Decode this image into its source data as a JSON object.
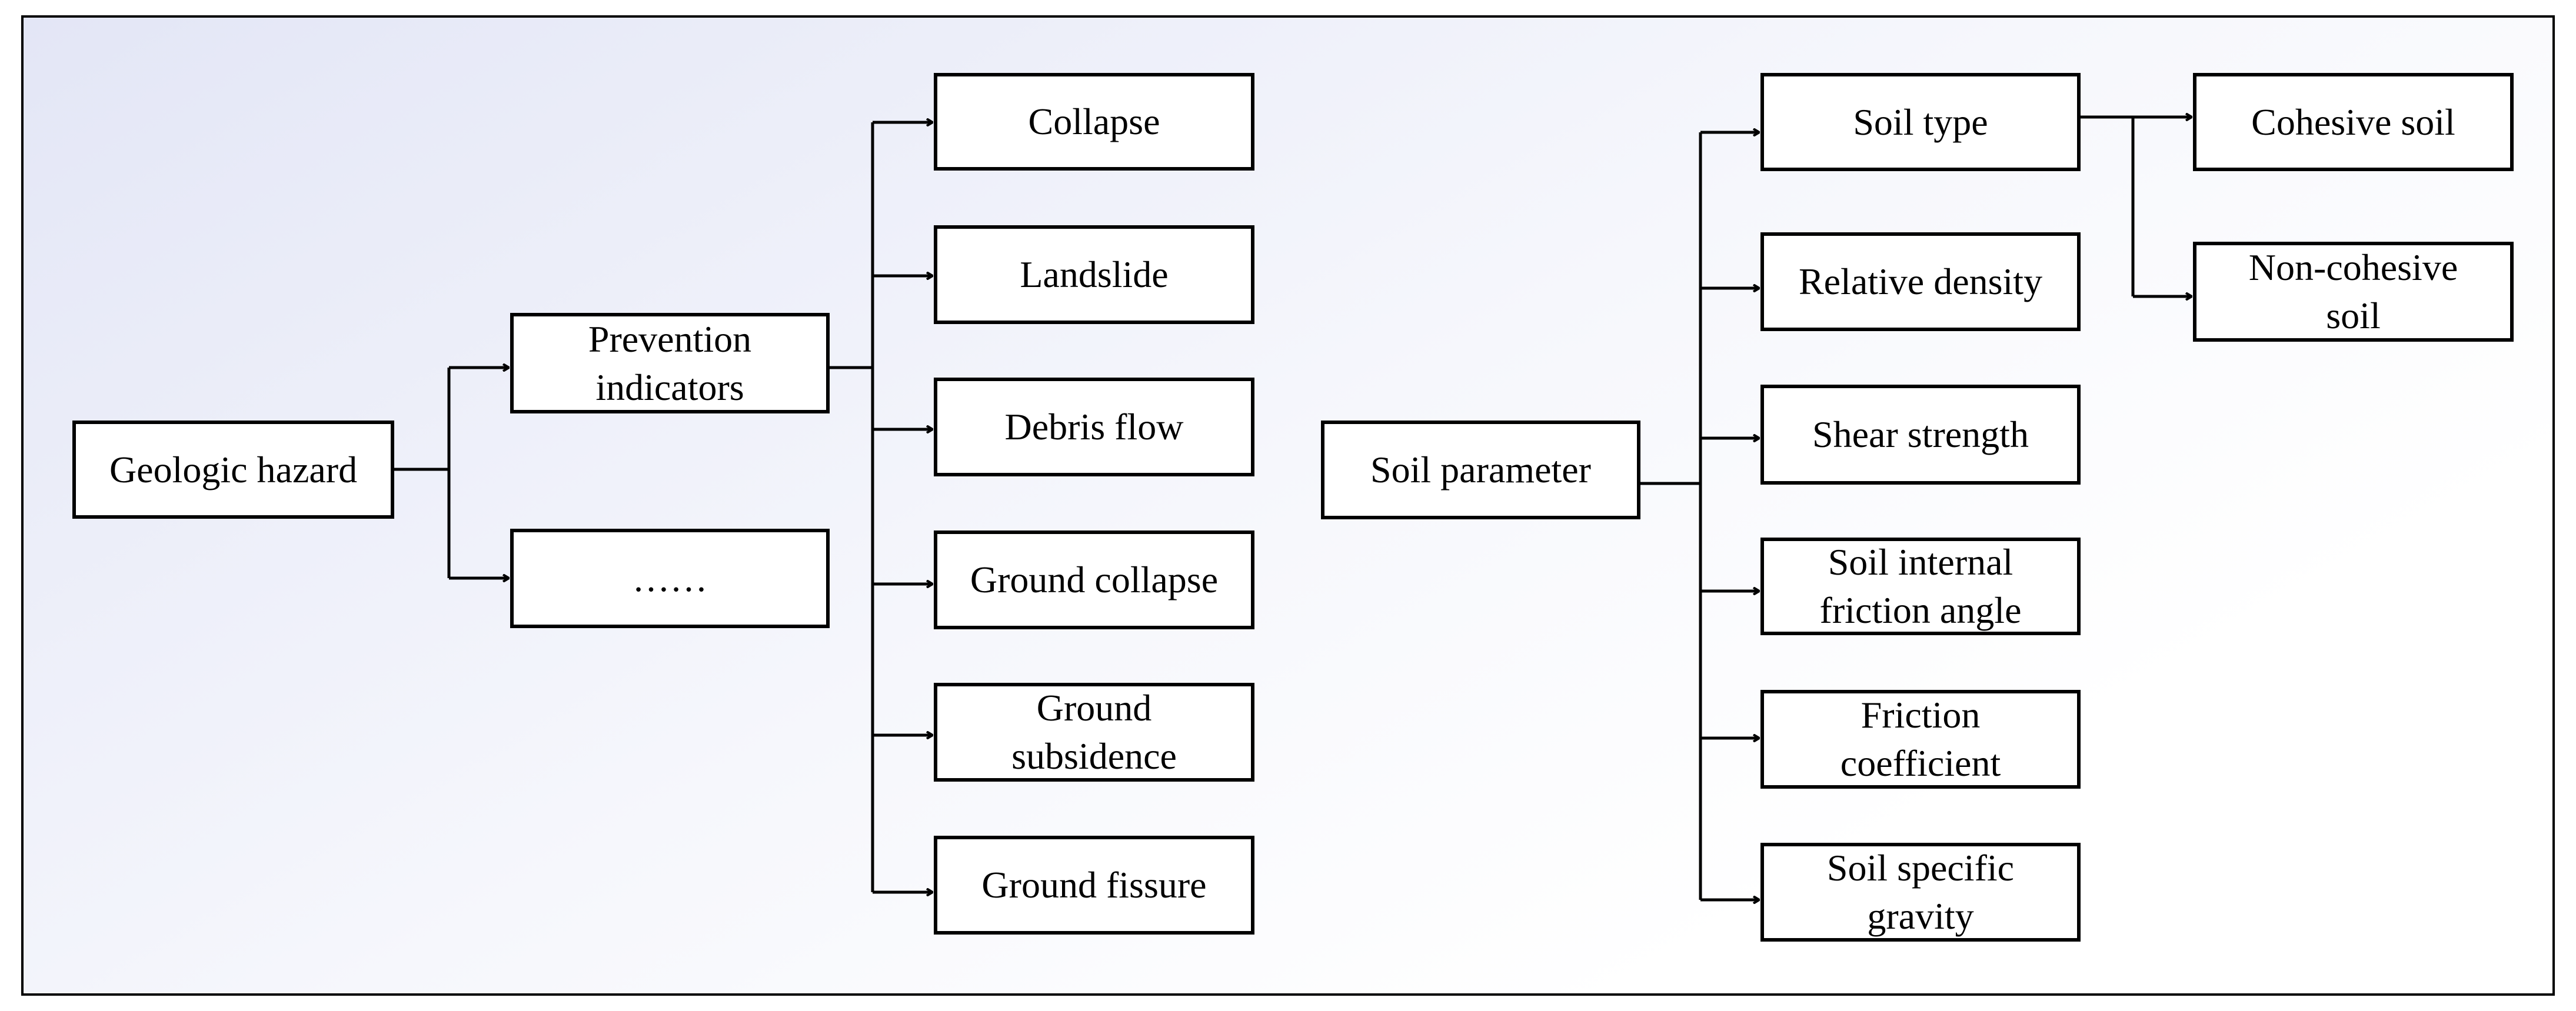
{
  "geologic": {
    "root": "Geologic hazard",
    "prevention": [
      "Prevention",
      "indicators"
    ],
    "ellipsis": "……",
    "hazards": {
      "collapse": "Collapse",
      "landslide": "Landslide",
      "debris_flow": "Debris flow",
      "ground_collapse": "Ground collapse",
      "ground_subsidence": [
        "Ground",
        "subsidence"
      ],
      "ground_fissure": "Ground fissure"
    }
  },
  "soil": {
    "root": "Soil parameter",
    "soil_type": "Soil type",
    "relative_density": "Relative density",
    "shear_strength": "Shear strength",
    "internal_friction": [
      "Soil internal",
      "friction angle"
    ],
    "friction_coefficient": [
      "Friction",
      "coefficient"
    ],
    "specific_gravity": [
      "Soil specific",
      "gravity"
    ],
    "cohesive": "Cohesive soil",
    "non_cohesive": [
      "Non-cohesive",
      "soil"
    ]
  }
}
